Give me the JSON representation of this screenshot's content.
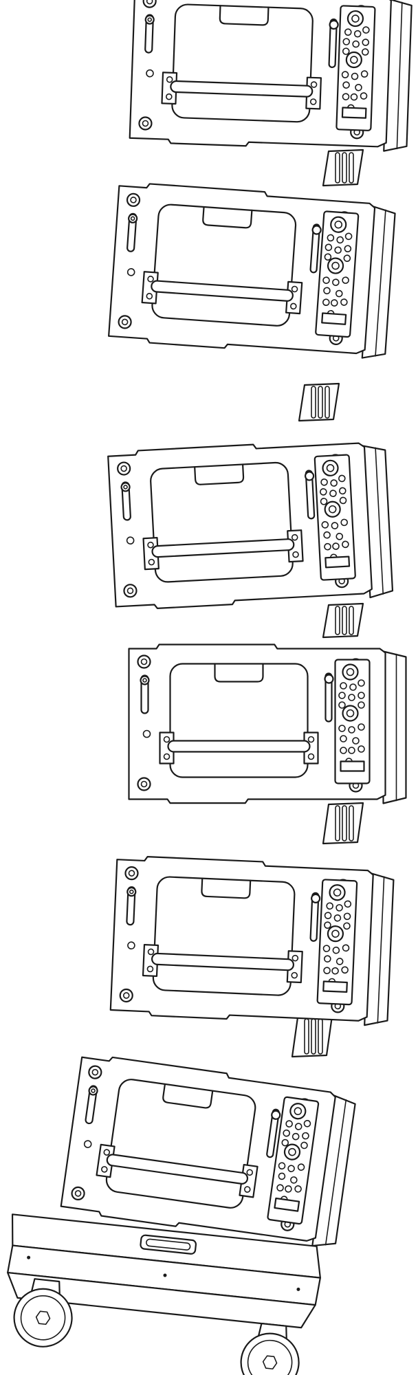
{
  "figure": {
    "colors": {
      "line": "#1a1a1a",
      "fill": "#ffffff",
      "background": "#ffffff"
    },
    "modules": [
      {
        "id": "cabinet-1",
        "tilt_deg": 2.0
      },
      {
        "id": "cabinet-2",
        "tilt_deg": 4.0
      },
      {
        "id": "cabinet-3",
        "tilt_deg": -3.0
      },
      {
        "id": "cabinet-4",
        "tilt_deg": 0.0
      },
      {
        "id": "cabinet-5",
        "tilt_deg": 2.5
      },
      {
        "id": "cabinet-6",
        "tilt_deg": 8.0
      }
    ],
    "cart": {
      "id": "transport-dolly",
      "wheel_count": 2,
      "tilt_deg": 6.0
    }
  }
}
